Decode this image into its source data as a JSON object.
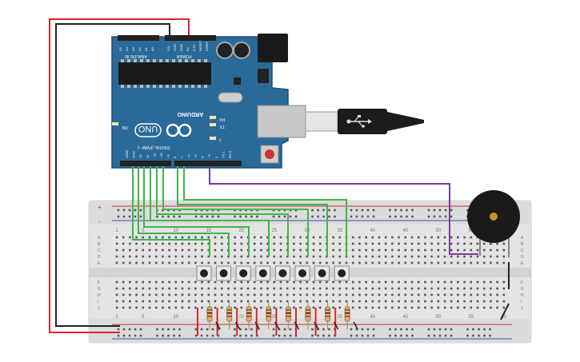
{
  "board": {
    "analog_label": "ANALOG IN",
    "analog_pins": [
      "A5",
      "A4",
      "A3",
      "A2",
      "A1",
      "A0"
    ],
    "power_label": "POWER",
    "power_pins": [
      "VIN",
      "GND",
      "GND",
      "5V",
      "3.3V",
      "RESET",
      "IOREF"
    ],
    "brand": "ARDUINO",
    "model": "UNO",
    "tx": "TX",
    "rx": "RX",
    "l": "L",
    "on": "ON",
    "digital_label": "DIGITAL (PWM ~)",
    "digital_pins": [
      "AREF",
      "GND",
      "13",
      "12",
      "~11",
      "~10",
      "~9",
      "8",
      "7",
      "~6",
      "~5",
      "4",
      "~3",
      "2",
      "TX 1",
      "RX 0"
    ]
  },
  "breadboard": {
    "col_numbers": [
      "1",
      "5",
      "10",
      "15",
      "20",
      "25",
      "30",
      "35",
      "40",
      "45",
      "50",
      "55",
      "60"
    ],
    "row_letters_top": [
      "A",
      "B",
      "C",
      "D",
      "E"
    ],
    "row_letters_bottom": [
      "F",
      "G",
      "H",
      "I",
      "J"
    ],
    "rail_plus": "+",
    "rail_minus": "-"
  },
  "colors": {
    "board": "#2a6a98",
    "wire_red": "#d62828",
    "wire_black": "#222222",
    "wire_green": "#3fb54a",
    "wire_purple": "#7a3a9a",
    "breadboard": "#e6e6e6",
    "buzzer": "#1a1a1a",
    "buzzer_center": "#c8902a"
  }
}
